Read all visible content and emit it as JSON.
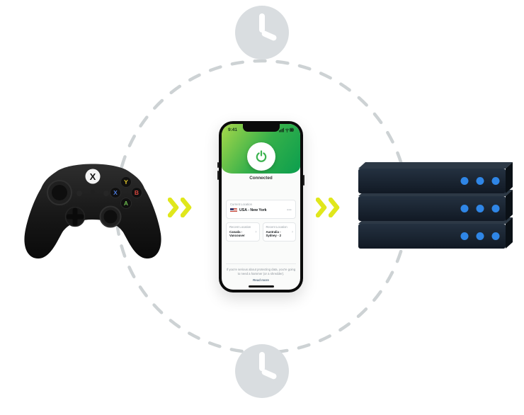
{
  "phone": {
    "status_time": "9:41",
    "connection_status": "Connected",
    "current_location": {
      "label": "Current Location",
      "value": "USA - New York",
      "menu_dots": "•••"
    },
    "recent_locations": [
      {
        "label": "Recent Location",
        "value": "Canada - Vancouver",
        "chevron": "›"
      },
      {
        "label": "Recent Location",
        "value": "Australia - Sydney - 2",
        "chevron": "›"
      }
    ],
    "tip": {
      "text": "If you're serious about protecting data, you're going to need a hammer (or a shredder).",
      "link": "Read more"
    }
  },
  "controller": {
    "brand_button": "X",
    "face_buttons": [
      {
        "label": "Y",
        "color": "#e0c52a"
      },
      {
        "label": "X",
        "color": "#4b79d8"
      },
      {
        "label": "B",
        "color": "#d8473e"
      },
      {
        "label": "A",
        "color": "#6cba4e"
      }
    ]
  },
  "servers": {
    "unit_count": 3,
    "leds_per_unit": 3,
    "led_color": "#2f86e6"
  },
  "icons": {
    "clock": "clock-icon",
    "arrows": "double-chevron-right-icon",
    "power": "power-icon",
    "flag": "us-flag-icon"
  },
  "colors": {
    "background": "#ffffff",
    "arrow_accent": "#e0e71c",
    "dashed_ring": "#cdd2d4",
    "clock_fill": "#d9dde0",
    "vpn_green": "#3bb24e",
    "hero_green_light": "#a8d84a",
    "hero_green_dark": "#0b9e4e",
    "server_led": "#2f86e6"
  }
}
